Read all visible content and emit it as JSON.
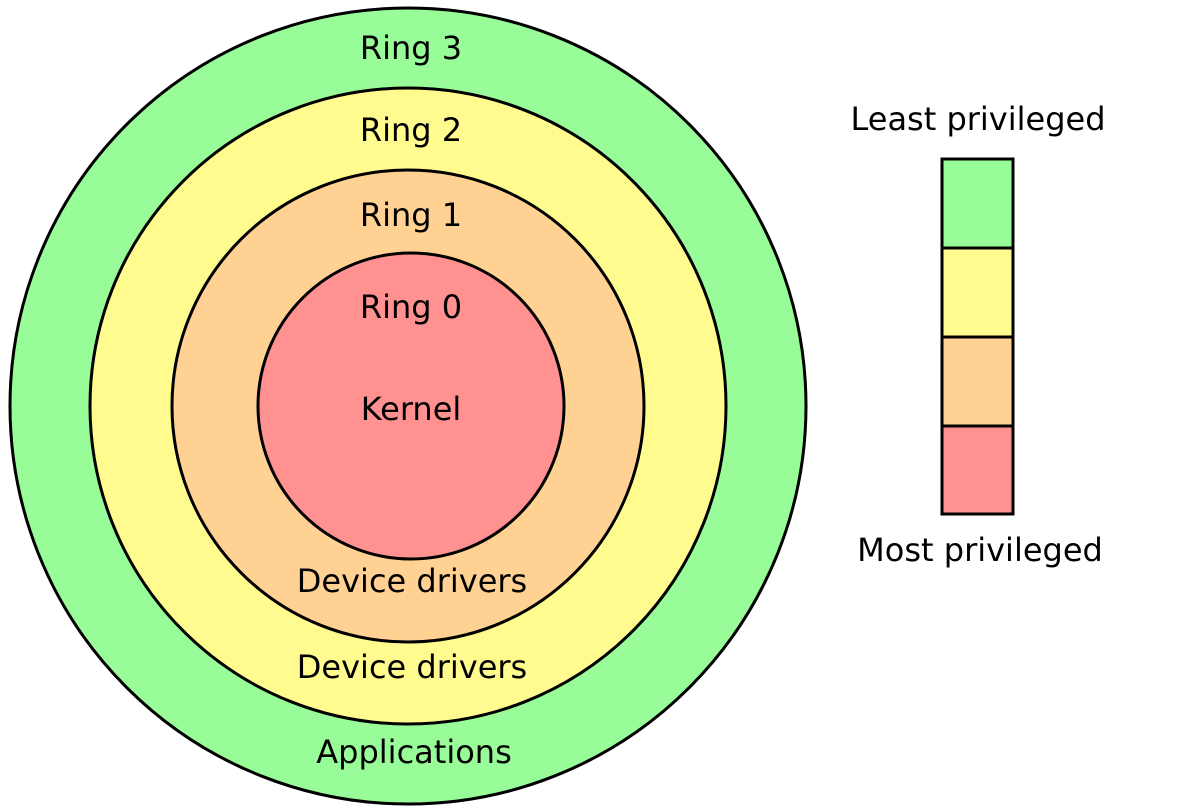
{
  "rings": [
    {
      "level": "Ring 3",
      "role": "Applications",
      "color": "#98fc98"
    },
    {
      "level": "Ring 2",
      "role": "Device drivers",
      "color": "#fffb8f"
    },
    {
      "level": "Ring 1",
      "role": "Device drivers",
      "color": "#ffd193"
    },
    {
      "level": "Ring 0",
      "role": "Kernel",
      "color": "#ff9191"
    }
  ],
  "legend": {
    "top_label": "Least privileged",
    "bottom_label": "Most privileged"
  }
}
